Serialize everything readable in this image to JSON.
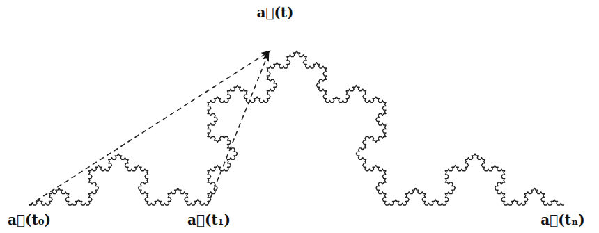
{
  "diagram": {
    "labels": [
      "a⃗(t)",
      "a⃗(t₀)",
      "a⃗(t₁)",
      "a⃗(tₙ)"
    ]
  }
}
